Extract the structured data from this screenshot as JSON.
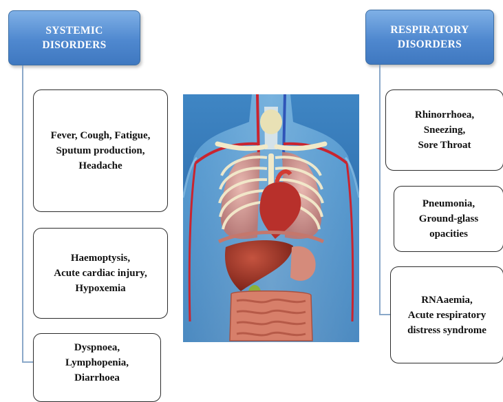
{
  "left_panel": {
    "header": [
      "SYSTEMIC",
      "DISORDERS"
    ],
    "boxes": [
      [
        "Fever, Cough, Fatigue,",
        "Sputum production,",
        "Headache"
      ],
      [
        "Haemoptysis,",
        "Acute cardiac injury,",
        "Hypoxemia"
      ],
      [
        "Dyspnoea,",
        "Lymphopenia,",
        "Diarrhoea"
      ]
    ]
  },
  "right_panel": {
    "header": [
      "RESPIRATORY",
      "DISORDERS"
    ],
    "boxes": [
      [
        "Rhinorrhoea,",
        "Sneezing,",
        "Sore Throat"
      ],
      [
        "Pneumonia,",
        "Ground-glass",
        "opacities"
      ],
      [
        "RNAaemia,",
        "Acute respiratory",
        "distress syndrome"
      ]
    ]
  },
  "colors": {
    "header_fill": "#4f88cf",
    "connector": "#8aa8c9",
    "figure_background": "#2e6cae"
  },
  "icons": {
    "center_image": "human-anatomy-illustration"
  }
}
